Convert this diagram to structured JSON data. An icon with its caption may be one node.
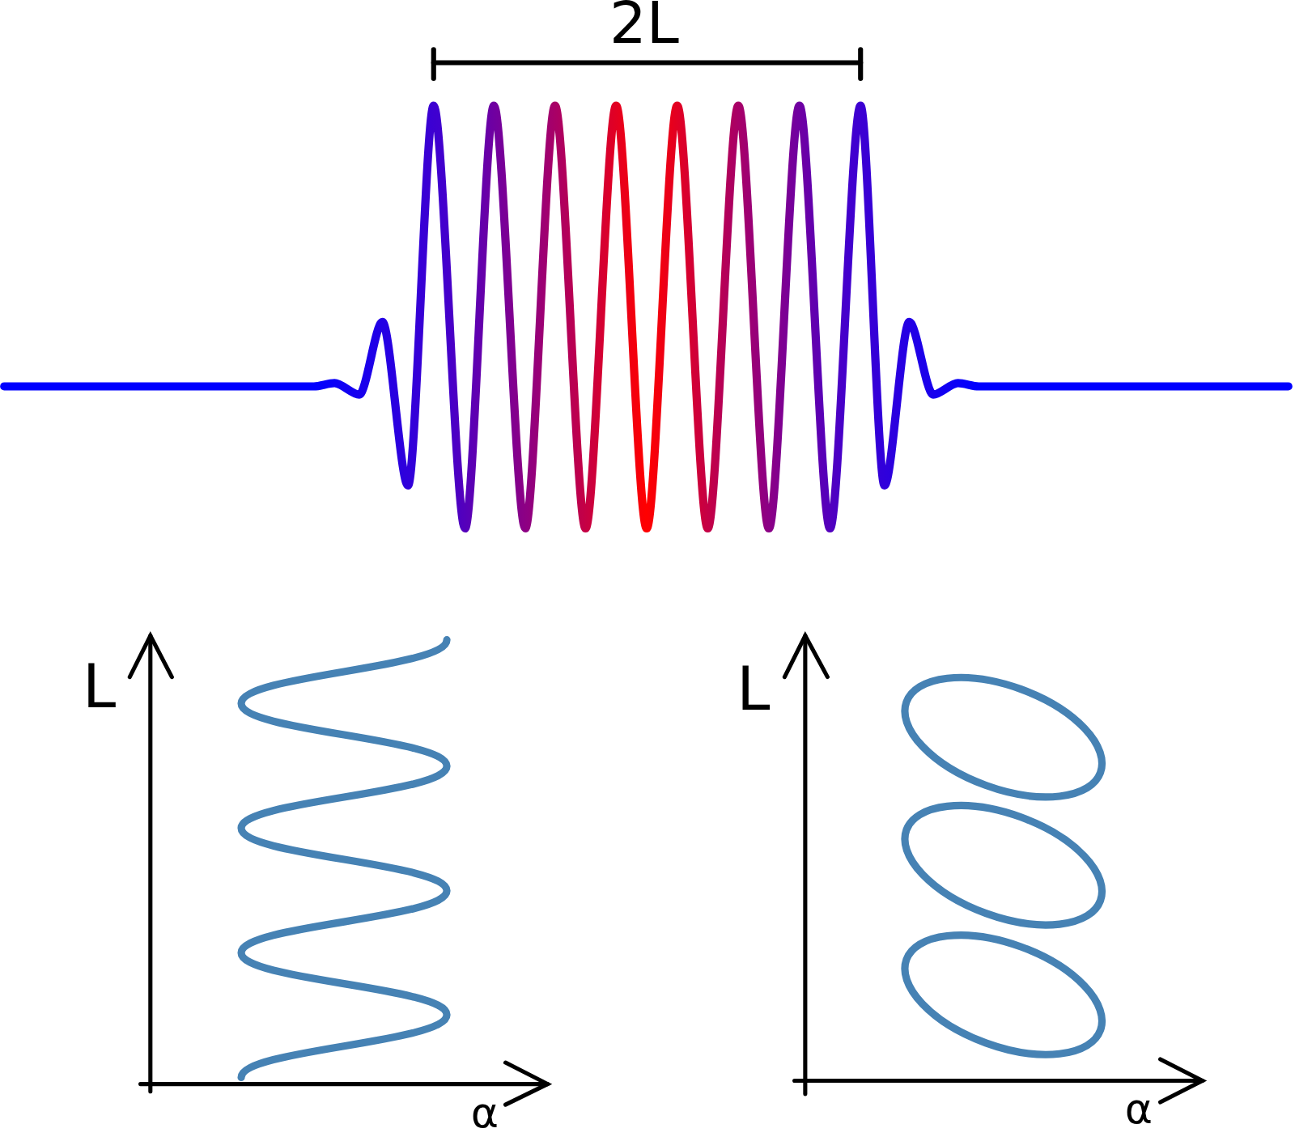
{
  "diagram": {
    "labels": [
      "2L",
      "L",
      "α",
      "L",
      "α"
    ]
  }
}
